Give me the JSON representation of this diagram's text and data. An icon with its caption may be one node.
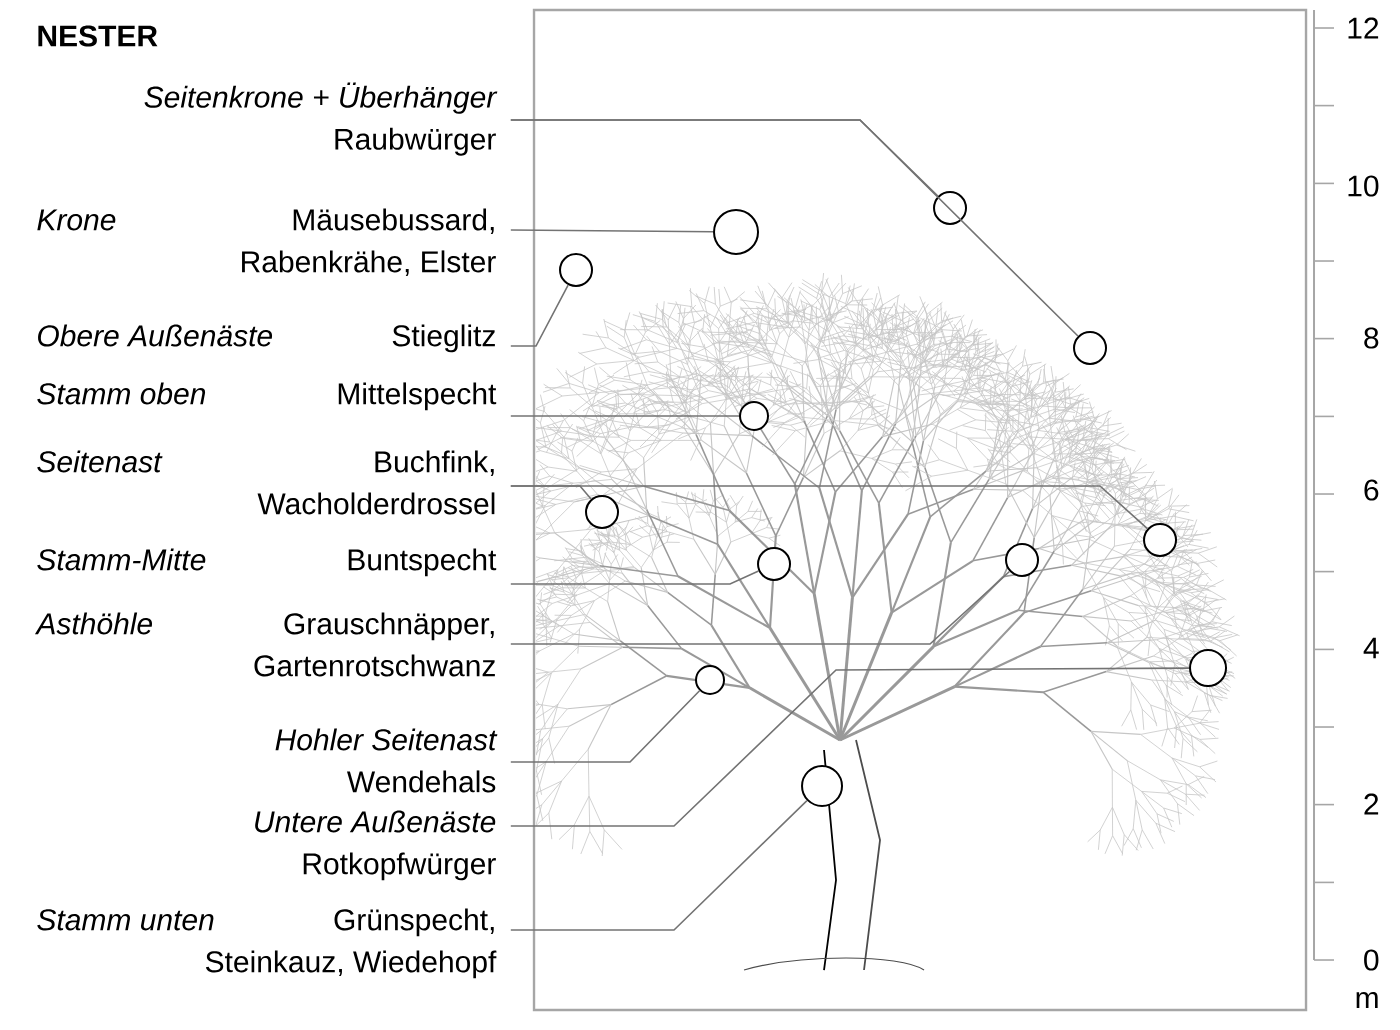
{
  "diagram": {
    "title": "NESTER",
    "nodes": [
      {
        "text": [
          "Seitenkrone + Überhänger",
          "Raubwürger"
        ]
      },
      {
        "text": [
          "Krone",
          "Mäusebussard, Rabenkrähe, Elster"
        ]
      },
      {
        "text": [
          "Obere Außenäste",
          "Stieglitz"
        ]
      },
      {
        "text": [
          "Stamm oben",
          "Mittelspecht"
        ]
      },
      {
        "text": [
          "Seitenast",
          "Buchfink, Wacholderdrossel"
        ]
      },
      {
        "text": [
          "Stamm-Mitte",
          "Buntspecht"
        ]
      },
      {
        "text": [
          "Asthöhle",
          "Grauschnäpper, Gartenrotschwanz"
        ]
      },
      {
        "text": [
          "Hohler Seitenast",
          "Wendehals"
        ]
      },
      {
        "text": [
          "Untere Außenäste",
          "Rotkopfwürger"
        ]
      },
      {
        "text": [
          "Stamm unten",
          "Grünspecht, Steinkauz, Wiedehopf"
        ]
      },
      {
        "text": [],
        "shape": "circle"
      },
      {
        "text": [],
        "shape": "circle"
      },
      {
        "text": [],
        "shape": "circle"
      },
      {
        "text": [],
        "shape": "circle"
      },
      {
        "text": [],
        "shape": "circle"
      },
      {
        "text": [],
        "shape": "circle"
      },
      {
        "text": [],
        "shape": "circle"
      },
      {
        "text": [],
        "shape": "circle"
      },
      {
        "text": [],
        "shape": "circle"
      },
      {
        "text": [],
        "shape": "circle"
      },
      {
        "text": [],
        "shape": "circle"
      },
      {
        "text": [],
        "shape": "circle"
      }
    ],
    "edges": [
      {
        "from": 0,
        "to": 10,
        "arrow": "none"
      },
      {
        "from": 0,
        "to": 13,
        "arrow": "none"
      },
      {
        "from": 1,
        "to": 11,
        "arrow": "none"
      },
      {
        "from": 2,
        "to": 12,
        "arrow": "none"
      },
      {
        "from": 3,
        "to": 14,
        "arrow": "none"
      },
      {
        "from": 4,
        "to": 15,
        "arrow": "none"
      },
      {
        "from": 4,
        "to": 16,
        "arrow": "none"
      },
      {
        "from": 5,
        "to": 18,
        "arrow": "none"
      },
      {
        "from": 6,
        "to": 17,
        "arrow": "none"
      },
      {
        "from": 7,
        "to": 20,
        "arrow": "none"
      },
      {
        "from": 8,
        "to": 19,
        "arrow": "none"
      },
      {
        "from": 9,
        "to": 21,
        "arrow": "none"
      }
    ],
    "labels": [
      "12",
      "10",
      "8",
      "6",
      "4",
      "2",
      "0",
      "m"
    ]
  }
}
